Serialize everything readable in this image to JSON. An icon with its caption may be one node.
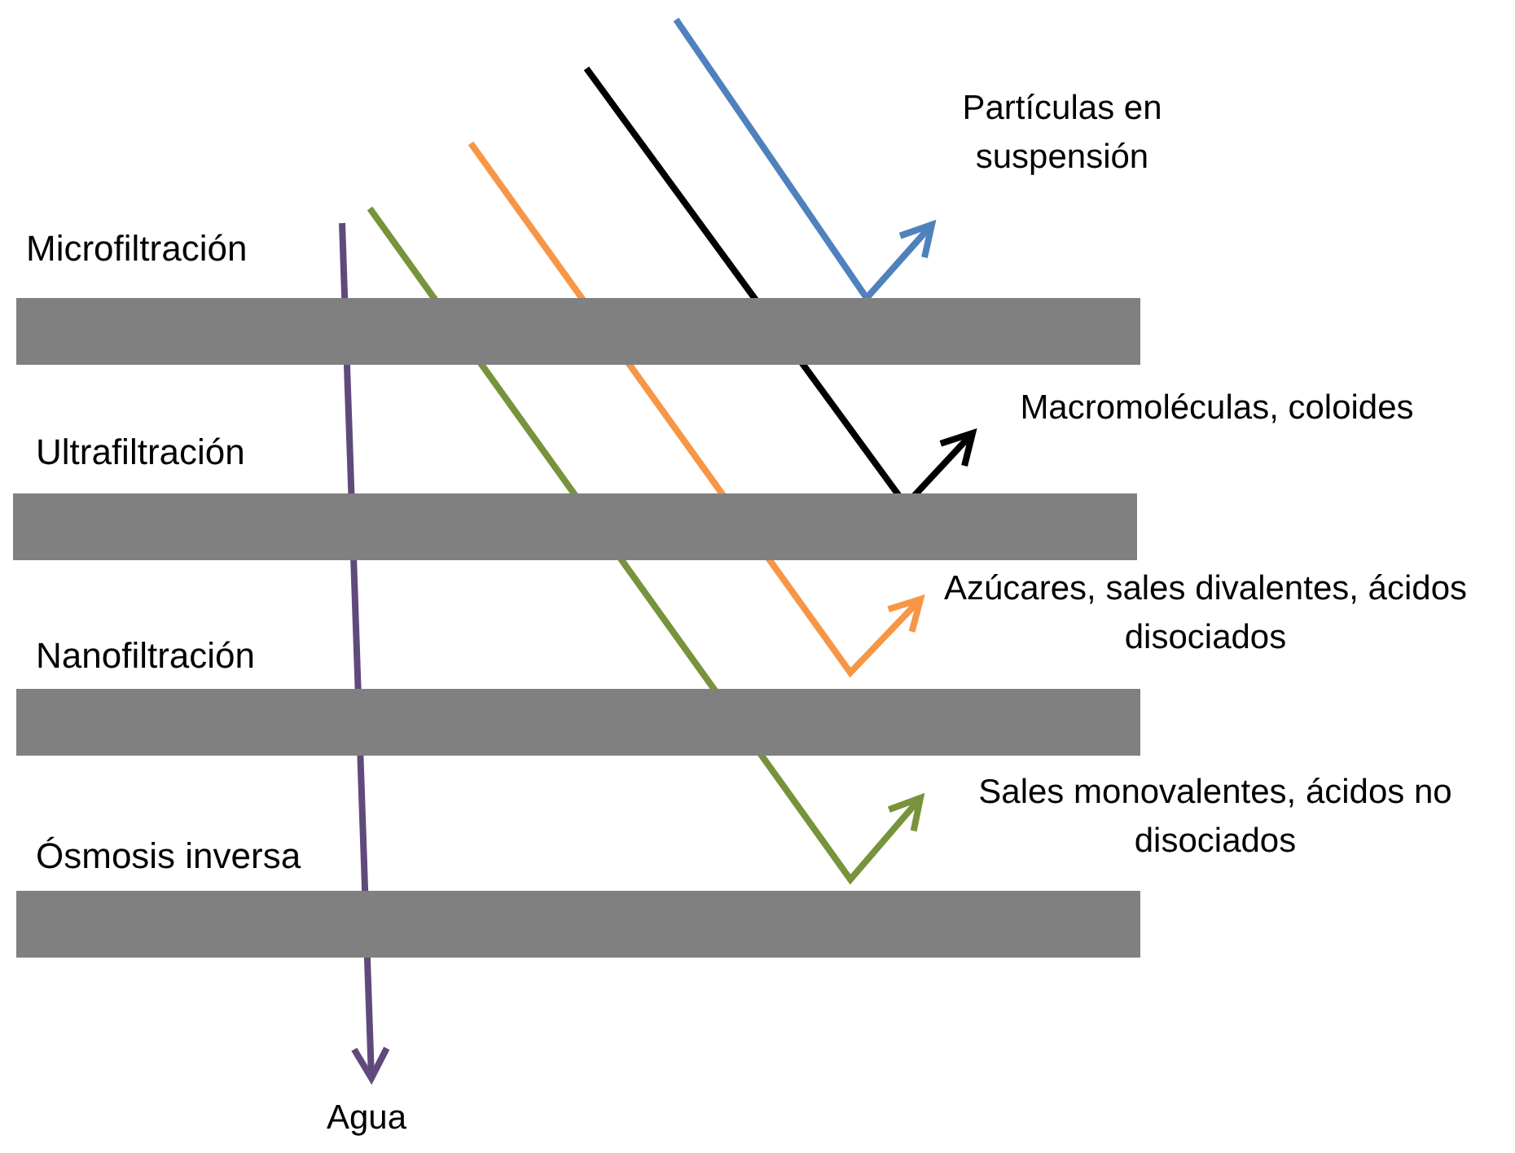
{
  "diagram": {
    "nodes": [
      {
        "text": [
          "Microfiltración"
        ]
      },
      {
        "text": [
          "Ultrafiltración"
        ]
      },
      {
        "text": [
          "Nanofiltración"
        ]
      },
      {
        "text": [
          "Ósmosis inversa"
        ]
      },
      {
        "text": [
          "Partículas en suspensión"
        ]
      },
      {
        "text": [
          "Macromoléculas, coloides"
        ]
      },
      {
        "text": [
          "Azúcares, sales divalentes, ácidos disociados"
        ]
      },
      {
        "text": [
          "Sales monovalentes, ácidos no disociados"
        ]
      },
      {
        "text": [
          "Agua"
        ]
      }
    ],
    "edges": [
      {
        "from": null,
        "to": 4,
        "arrow": "to",
        "color": "#4f81bd"
      },
      {
        "from": null,
        "to": 5,
        "arrow": "to",
        "color": "#000000"
      },
      {
        "from": null,
        "to": 6,
        "arrow": "to",
        "color": "#f79646"
      },
      {
        "from": null,
        "to": 7,
        "arrow": "to",
        "color": "#77933c"
      },
      {
        "from": null,
        "to": 8,
        "arrow": "to",
        "color": "#604a7b"
      }
    ]
  }
}
